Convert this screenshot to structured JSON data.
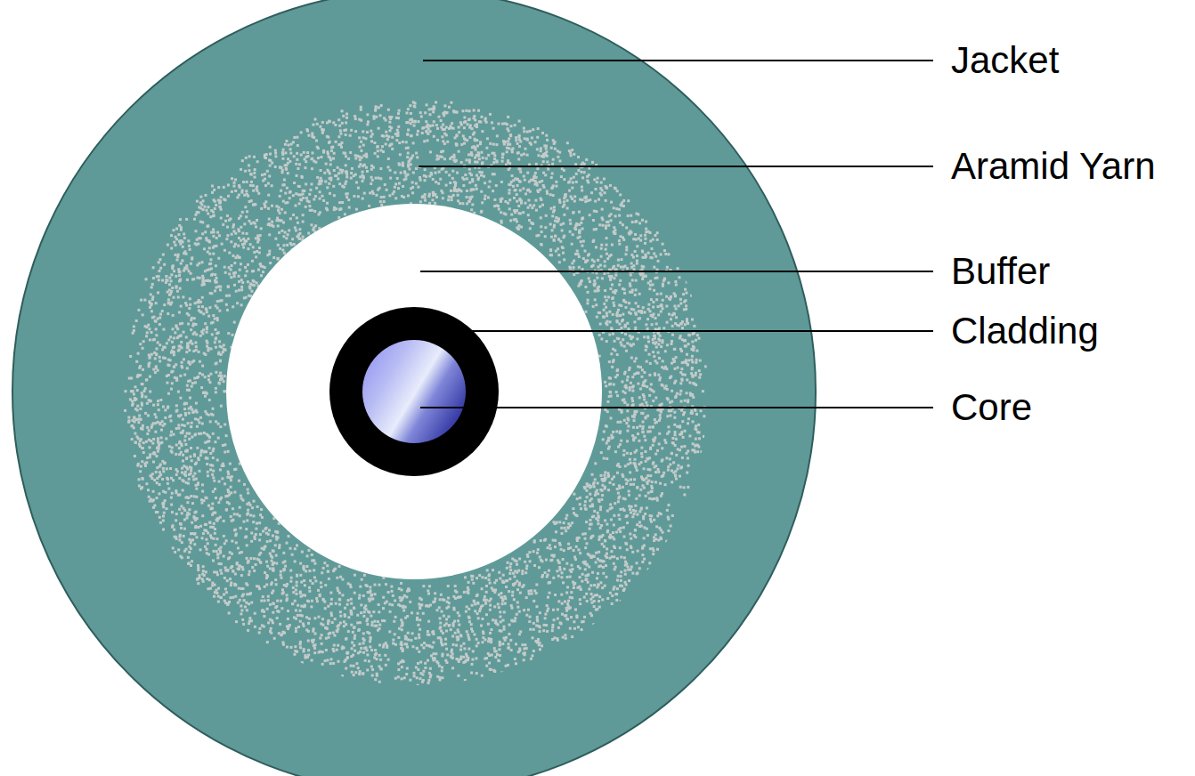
{
  "diagram": {
    "labels": [
      "Jacket",
      "Aramid Yarn",
      "Buffer",
      "Cladding",
      "Core"
    ]
  }
}
